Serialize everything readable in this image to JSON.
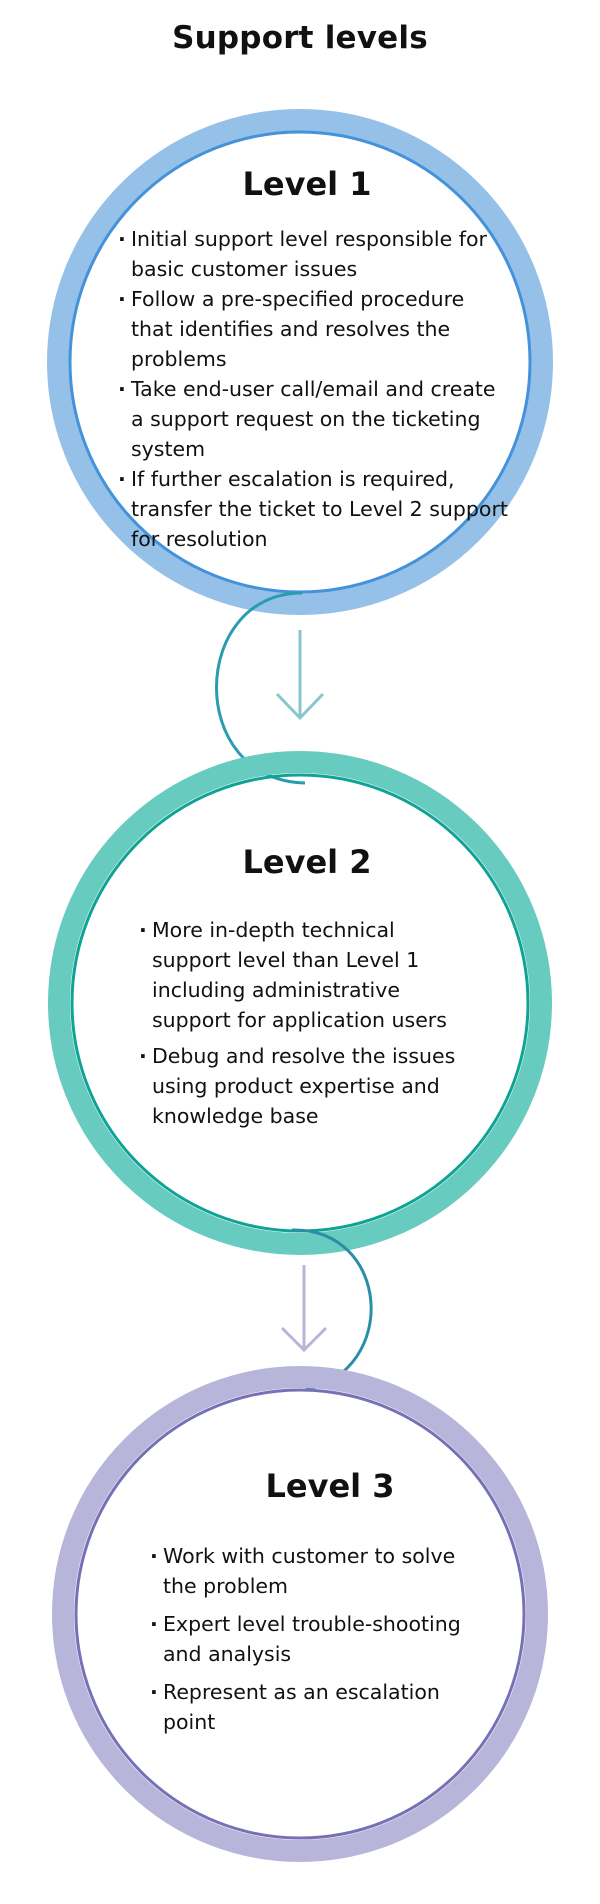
{
  "title": "Support levels",
  "colors": {
    "level1_outer": "#95c1e8",
    "level1_inner": "#4492d9",
    "level2_outer": "#67cbbf",
    "level2_inner": "#0fa396",
    "level3_outer": "#b7b6da",
    "level3_inner": "#7770b6",
    "arrow1": "#86c6cd",
    "arrow2": "#b7b6da",
    "connector": "#2a9bb0"
  },
  "levels": [
    {
      "heading": "Level 1",
      "bullets": [
        "Initial support level responsible for basic customer issues",
        "Follow a pre-specified procedure that identifies and resolves the problems",
        "Take end-user call/email and create a support request on the ticketing system",
        "If further escalation is required, transfer the ticket to Level 2 support for resolution"
      ]
    },
    {
      "heading": "Level 2",
      "bullets": [
        "More in-depth technical support level than Level 1 including administrative support for application users",
        "Debug and resolve the issues using product expertise and knowledge base"
      ]
    },
    {
      "heading": "Level 3",
      "bullets": [
        "Work with customer to solve the problem",
        "Expert level trouble-shooting and analysis",
        "Represent as an escalation point"
      ]
    }
  ]
}
